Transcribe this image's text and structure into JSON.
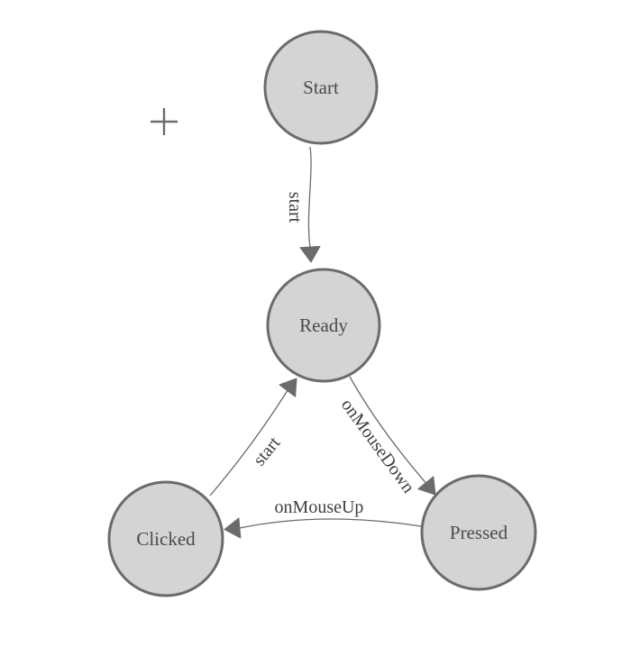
{
  "colors": {
    "background": "#ffffff",
    "node_fill": "#d4d4d4",
    "node_stroke": "#6b6b6b",
    "node_text": "#4a4a4a",
    "edge_stroke": "#6b6b6b",
    "edge_text": "#3e3e3e",
    "arrow_fill": "#6b6b6b",
    "crosshair": "#6b6b6b"
  },
  "icons": {
    "crosshair": "plus-crosshair"
  },
  "diagram": {
    "type": "finite-state-machine",
    "nodes": [
      {
        "id": "start",
        "label": "Start"
      },
      {
        "id": "ready",
        "label": "Ready"
      },
      {
        "id": "clicked",
        "label": "Clicked"
      },
      {
        "id": "pressed",
        "label": "Pressed"
      }
    ],
    "edges": [
      {
        "from": "start",
        "to": "ready",
        "label": "start"
      },
      {
        "from": "clicked",
        "to": "ready",
        "label": "start"
      },
      {
        "from": "ready",
        "to": "pressed",
        "label": "onMouseDown"
      },
      {
        "from": "pressed",
        "to": "clicked",
        "label": "onMouseUp"
      }
    ]
  }
}
